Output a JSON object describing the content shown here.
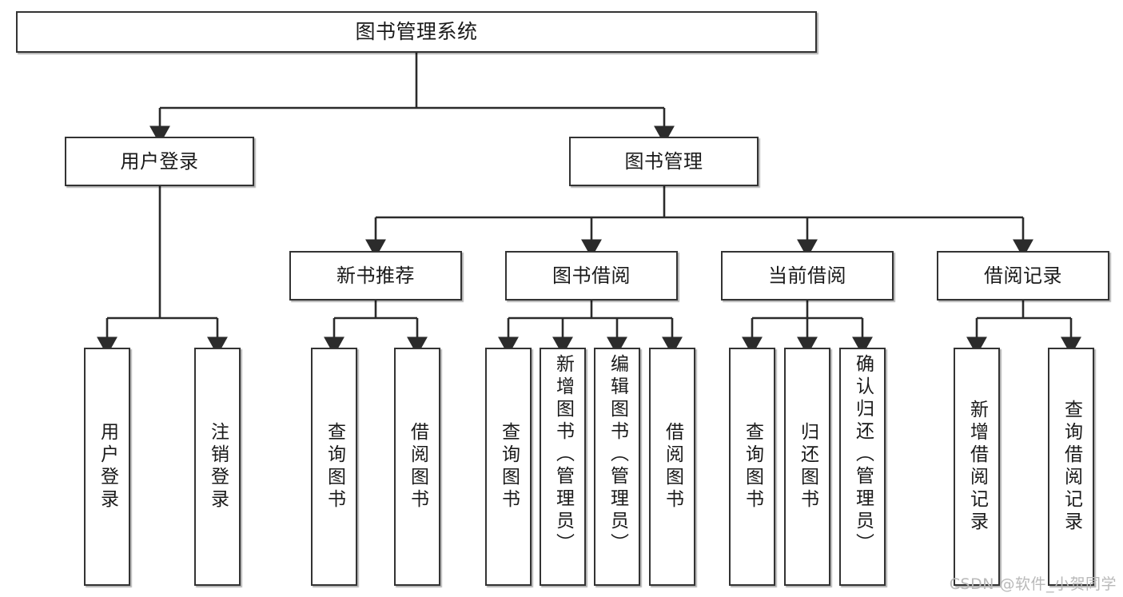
{
  "diagram": {
    "title": "图书管理系统",
    "type": "tree",
    "watermark": "CSDN @软件_小贺同学",
    "colors": {
      "box_border": "#333333",
      "box_fill": "#ffffff",
      "connector": "#2b2b2b",
      "text": "#1a1a1a",
      "watermark": "#b9b9b9",
      "background": "#ffffff"
    },
    "nodes": {
      "root": {
        "label": "图书管理系统"
      },
      "level2": [
        {
          "label": "用户登录"
        },
        {
          "label": "图书管理"
        }
      ],
      "level3": [
        {
          "label": "新书推荐"
        },
        {
          "label": "图书借阅"
        },
        {
          "label": "当前借阅"
        },
        {
          "label": "借阅记录"
        }
      ],
      "leaves": {
        "user_login": [
          {
            "label": "用户登录"
          },
          {
            "label": "注销登录"
          }
        ],
        "new_book": [
          {
            "label": "查询图书"
          },
          {
            "label": "借阅图书"
          }
        ],
        "borrow_book": [
          {
            "label": "查询图书"
          },
          {
            "label": "新增图书（管理员）"
          },
          {
            "label": "编辑图书（管理员）"
          },
          {
            "label": "借阅图书"
          }
        ],
        "current_borrow": [
          {
            "label": "查询图书"
          },
          {
            "label": "归还图书"
          },
          {
            "label": "确认归还（管理员）"
          }
        ],
        "borrow_record": [
          {
            "label": "新增借阅记录"
          },
          {
            "label": "查询借阅记录"
          }
        ]
      }
    }
  }
}
